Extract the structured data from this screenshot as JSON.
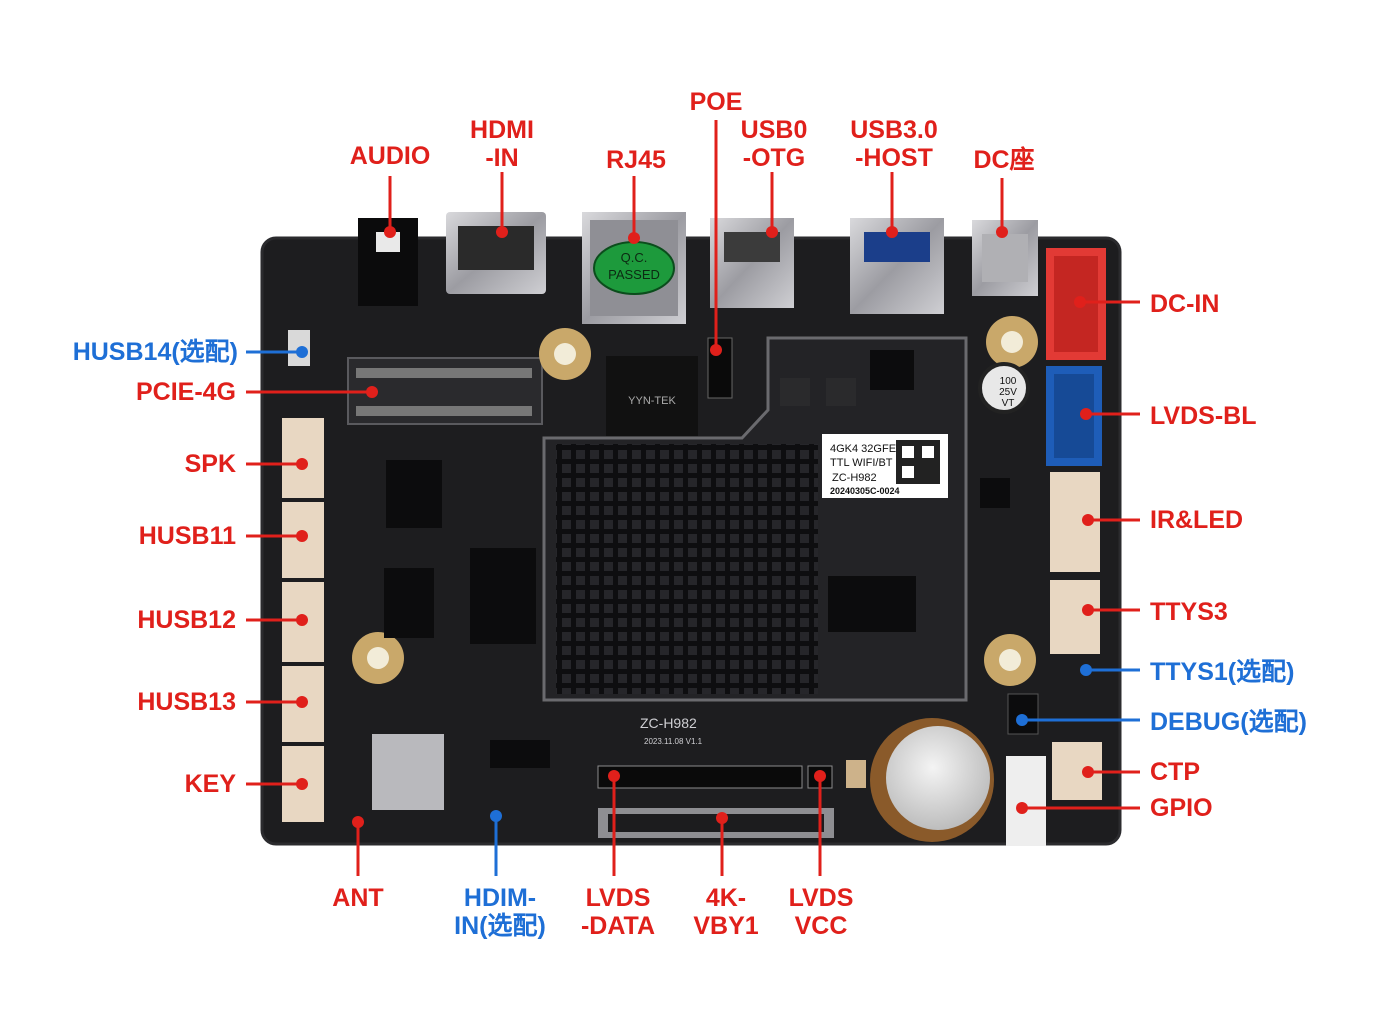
{
  "colors": {
    "red": "#e0201b",
    "blue": "#1e6fd6",
    "board": "#1d1d1f",
    "heatsink": "#111113"
  },
  "board_text": {
    "chip_line1": "4GK4 32GFE",
    "chip_line2": "TTL WIFI/BT",
    "chip_model": "ZC-H982",
    "chip_serial": "20240305C-0024",
    "model": "ZC-H982",
    "date": "2023.11.08 V1.1",
    "badge_line1": "Q.C.",
    "badge_line2": "PASSED",
    "cap_line1": "100",
    "cap_line2": "25V",
    "cap_line3": "VT",
    "eth_vendor": "YYN-TEK"
  },
  "labels": {
    "audio": "AUDIO",
    "hdmi_in_1": "HDMI",
    "hdmi_in_2": "-IN",
    "rj45": "RJ45",
    "poe": "POE",
    "usb0_1": "USB0",
    "usb0_2": "-OTG",
    "usb3_1": "USB3.0",
    "usb3_2": "-HOST",
    "dc_seat": "DC座",
    "dc_in": "DC-IN",
    "lvds_bl": "LVDS-BL",
    "ir_led": "IR&LED",
    "ttys3": "TTYS3",
    "ttys1": "TTYS1(选配)",
    "debug": "DEBUG(选配)",
    "ctp": "CTP",
    "gpio": "GPIO",
    "husb14": "HUSB14(选配)",
    "pcie4g": "PCIE-4G",
    "spk": "SPK",
    "husb11": "HUSB11",
    "husb12": "HUSB12",
    "husb13": "HUSB13",
    "key": "KEY",
    "ant": "ANT",
    "hdmi_opt_1": "HDIM-",
    "hdmi_opt_2": "IN(选配)",
    "lvds_data_1": "LVDS",
    "lvds_data_2": "-DATA",
    "vby1_1": "4K-",
    "vby1_2": "VBY1",
    "lvds_vcc_1": "LVDS",
    "lvds_vcc_2": "VCC"
  }
}
